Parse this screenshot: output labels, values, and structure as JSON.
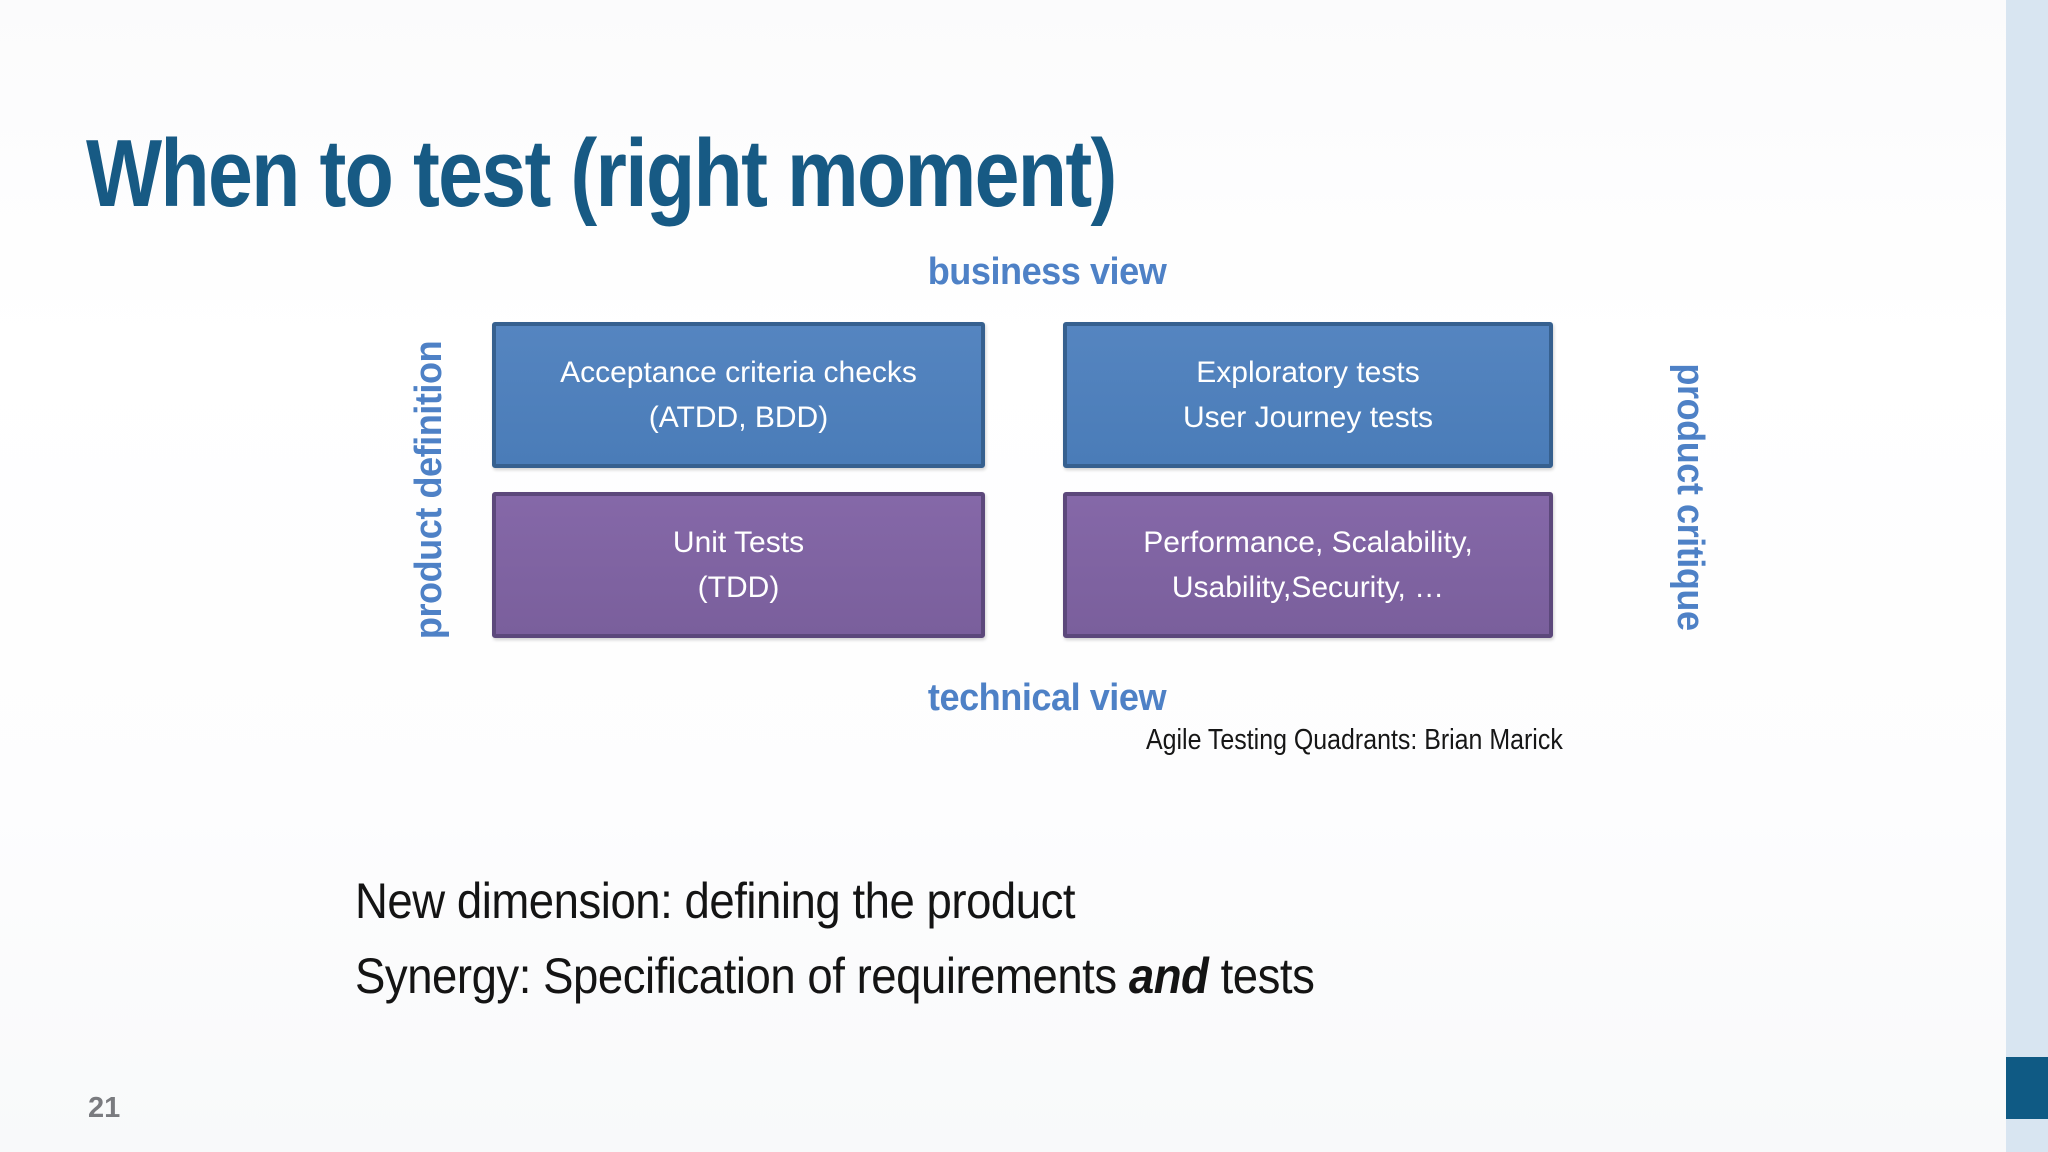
{
  "slide_title": "When to test (right moment)",
  "diagram": {
    "axis_top": "business view",
    "axis_bottom": "technical view",
    "axis_left": "product definition",
    "axis_right": "product critique",
    "quadrants": [
      {
        "id": "business-definition",
        "lines": [
          "Acceptance criteria checks",
          "(ATDD, BDD)"
        ]
      },
      {
        "id": "business-critique",
        "lines": [
          "Exploratory tests",
          "User Journey tests"
        ]
      },
      {
        "id": "technical-definition",
        "lines": [
          "Unit Tests",
          "(TDD)"
        ]
      },
      {
        "id": "technical-critique",
        "lines": [
          "Performance, Scalability,",
          "Usability,Security, …"
        ]
      }
    ],
    "attribution": "Agile Testing Quadrants: Brian Marick"
  },
  "notes": {
    "line1": "New dimension: defining the product",
    "line2_prefix": "Synergy: Specification of requirements ",
    "line2_emphasis": "and",
    "line2_suffix": " tests"
  },
  "footer": {
    "page_number": "21"
  },
  "colors": {
    "title_text": "#175a84",
    "axis_label_text": "#4e81c6",
    "quadrant_blue_fill": "#4f81bd",
    "quadrant_blue_border": "#36608f",
    "quadrant_purple_fill": "#8064a2",
    "quadrant_purple_border": "#5c487b",
    "quadrant_text": "#ffffff",
    "body_text": "#141414",
    "page_number_text": "#7a7b7f",
    "edge_strip": "#d8e5f1",
    "edge_block": "#0f5a84"
  }
}
